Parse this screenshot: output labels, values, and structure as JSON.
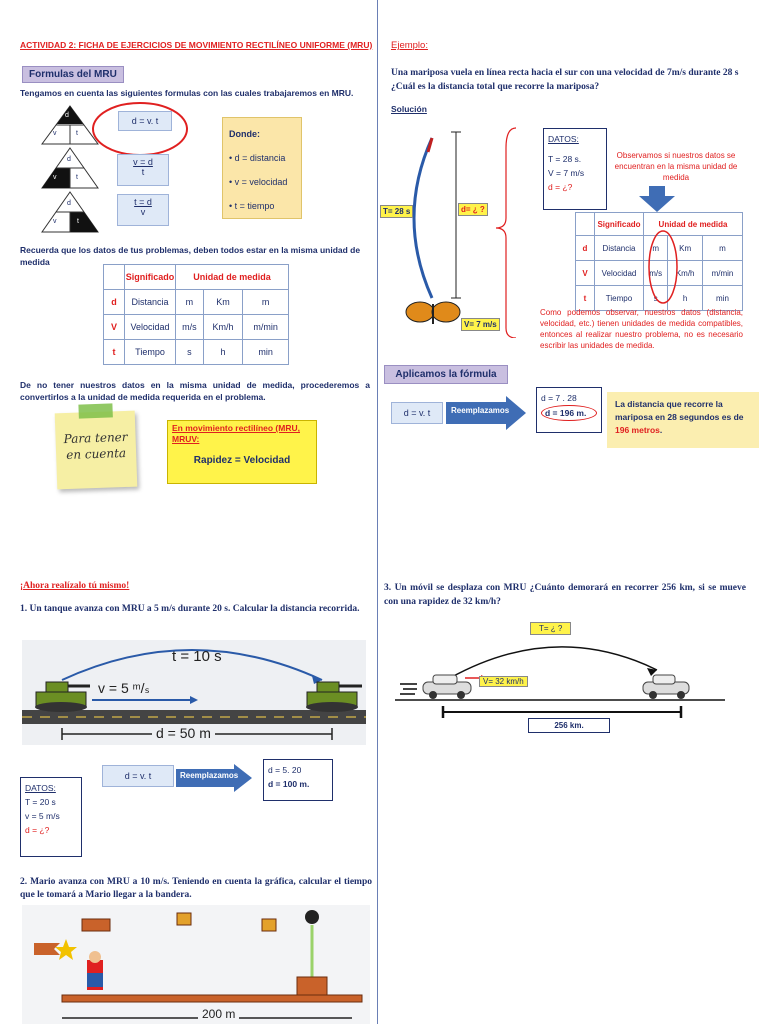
{
  "left": {
    "activity_title": "ACTIVIDAD 2: FICHA DE EJERCICIOS DE MOVIMIENTO RECTILÍNEO UNIFORME (MRU)",
    "formulas_header": "Formulas del MRU",
    "intro": "Tengamos en cuenta las siguientes formulas con las cuales trabajaremos en MRU.",
    "triangle_letters": {
      "d": "d",
      "v": "v",
      "t": "t"
    },
    "formula_dvt": "d = v. t",
    "formula_v_top": "v = d",
    "formula_v_bottom": "t",
    "formula_t_top": "t = d",
    "formula_t_bottom": "v",
    "donde": {
      "title": "Donde:",
      "items": [
        "• d = distancia",
        "• v = velocidad",
        "• t = tiempo"
      ]
    },
    "units_note": "Recuerda que los datos de tus problemas, deben todos estar en la misma unidad de medida",
    "table": {
      "headers": [
        "",
        "Significado",
        "Unidad de medida"
      ],
      "rows": [
        [
          "d",
          "Distancia",
          "m",
          "Km",
          "m"
        ],
        [
          "V",
          "Velocidad",
          "m/s",
          "Km/h",
          "m/min"
        ],
        [
          "t",
          "Tiempo",
          "s",
          "h",
          "min"
        ]
      ]
    },
    "convert_note": "De no tener nuestros datos en la misma unidad de medida, procederemos a convertirlos a la unidad de medida requerida en el problema.",
    "sticky": "Para tener en cuenta",
    "mru_box_title": "En movimiento rectilíneo (MRU, MRUV:",
    "mru_box_eq": "Rapidez  =  Velocidad",
    "practice_title": "¡Ahora realízalo tú mismo!",
    "p1": "1.  Un tanque avanza con MRU a 5 m/s durante 20 s. Calcular la distancia recorrida.",
    "p1_labels": {
      "t": "t = 10 s",
      "v": "v = 5 ᵐ/ₛ",
      "d": "d = 50 m"
    },
    "p1_formula": "d = v. t",
    "p1_reemplazamos": "Reemplazamos",
    "p1_result_line1": "d = 5.  20",
    "p1_result_line2": "d = 100 m.",
    "p1_datos": {
      "title": "DATOS:",
      "t": "T = 20 s",
      "v": "v = 5 m/s",
      "d": "d = ¿?"
    },
    "p2": "2.  Mario avanza con MRU a 10 m/s. Teniendo en cuenta la gráfica, calcular el tiempo que le tomará a Mario llegar a la bandera.",
    "p2_distance": "200 m"
  },
  "right": {
    "ejemplo": "Ejemplo:",
    "problem": "Una mariposa vuela en línea recta hacia el sur con una velocidad de 7m/s durante 28 s ¿Cuál es la distancia total que recorre la mariposa?",
    "solucion": "Solución",
    "t_label": "T= 28 s",
    "d_label": "d= ¿ ?",
    "v_label": "V= 7 m/s",
    "datos": {
      "title": "DATOS:",
      "t": "T = 28 s.",
      "v": "V = 7 m/s",
      "d": "d = ¿?"
    },
    "observe1": "Observamos si nuestros datos se encuentran en la misma unidad de medida",
    "table": {
      "headers": [
        "",
        "Significado",
        "Unidad de medida"
      ],
      "rows": [
        [
          "d",
          "Distancia",
          "m",
          "Km",
          "m"
        ],
        [
          "V",
          "Velocidad",
          "m/s",
          "Km/h",
          "m/min"
        ],
        [
          "t",
          "Tiempo",
          "s",
          "h",
          "min"
        ]
      ]
    },
    "observe2": "Como podemos observar, nuestros datos (distancia, velocidad, etc.) tienen unidades de medida compatibles, entonces al realizar nuestro problema, no es necesario escribir las unidades de medida.",
    "aplicamos": "Aplicamos la fórmula",
    "formula": "d = v. t",
    "reemplazamos": "Reemplazamos",
    "res_line1": "d = 7  .  28",
    "res_line2": "d = 196 m.",
    "answer_pre": "La distancia que recorre la mariposa en 28 segundos es de ",
    "answer_val": "196 metros",
    "answer_post": ".",
    "p3": "3.  Un móvil se desplaza con MRU ¿Cuánto demorará en recorrer 256 km, si se mueve con una rapidez de 32 km/h?",
    "p3_t": "T= ¿ ?",
    "p3_v": "V= 32 km/h",
    "p3_d": "256 km."
  }
}
